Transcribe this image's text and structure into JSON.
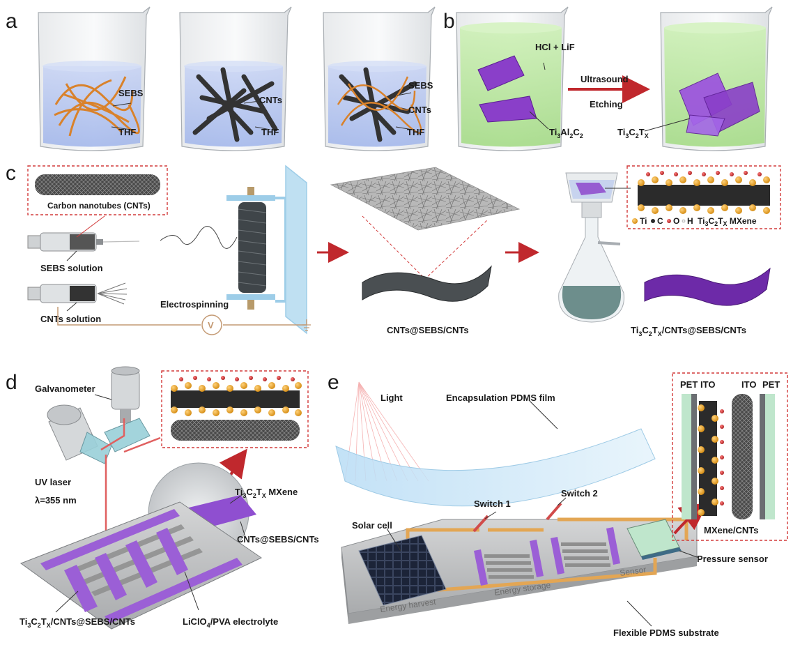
{
  "panels": {
    "a": {
      "letter": "a",
      "beaker1": {
        "labels": [
          "SEBS",
          "THF"
        ]
      },
      "beaker2": {
        "labels": [
          "CNTs",
          "THF"
        ]
      },
      "beaker3": {
        "labels": [
          "SEBS",
          "CNTs",
          "THF"
        ]
      }
    },
    "b": {
      "letter": "b",
      "reagent": "HCl + LiF",
      "process_top": "Ultrasound",
      "process_bottom": "Etching",
      "precursor": {
        "base": "Ti",
        "n1": "3",
        "mid": "Al",
        "n2": "2",
        "end": "C",
        "n3": "2"
      },
      "product": {
        "base": "Ti",
        "n1": "3",
        "mid": "C",
        "n2": "2",
        "end": "T",
        "n3": "X"
      }
    },
    "c": {
      "letter": "c",
      "cnt_box_label": "Carbon nanotubes (CNTs)",
      "syringe1_label": "SEBS solution",
      "syringe2_label": "CNTs solution",
      "process_label": "Electrospinning",
      "voltmeter_symbol": "V",
      "film_label": "CNTs@SEBS/CNTs",
      "mxene_legend": {
        "ti": "Ti",
        "c": "C",
        "o": "O",
        "h": "H",
        "name_base": "Ti",
        "n1": "3",
        "mid": "C",
        "n2": "2",
        "end": "T",
        "n3": "X",
        "suffix": " MXene"
      },
      "final_film_label": {
        "base": "Ti",
        "n1": "3",
        "mid": "C",
        "n2": "2",
        "end": "T",
        "n3": "X",
        "suffix": "/CNTs@SEBS/CNTs"
      }
    },
    "d": {
      "letter": "d",
      "galvanometer": "Galvanometer",
      "laser_line1": "UV laser",
      "laser_line2": "λ=355 nm",
      "mxene_label": {
        "base": "Ti",
        "n1": "3",
        "mid": "C",
        "n2": "2",
        "end": "T",
        "n3": "X",
        "suffix": " MXene"
      },
      "layer_label": "CNTs@SEBS/CNTs",
      "electrode_label": {
        "base": "Ti",
        "n1": "3",
        "mid": "C",
        "n2": "2",
        "end": "T",
        "n3": "X",
        "suffix": "/CNTs@SEBS/CNTs"
      },
      "electrolyte_label": {
        "pre": "LiClO",
        "n": "4",
        "post": "/PVA electrolyte"
      }
    },
    "e": {
      "letter": "e",
      "light": "Light",
      "film": "Encapsulation PDMS film",
      "solar": "Solar cell",
      "switch1": "Switch 1",
      "switch2": "Switch 2",
      "pressure_sensor": "Pressure sensor",
      "substrate": "Flexible PDMS substrate",
      "engraved": [
        "Energy harvest",
        "Energy storage",
        "Sensor"
      ],
      "inset_top": [
        "PET",
        "ITO",
        "ITO",
        "PET"
      ],
      "inset_bottom": "MXene/CNTs"
    }
  },
  "colors": {
    "sebs": "#d9822b",
    "cnt": "#3a3a3a",
    "mxene": "#8a3fc9",
    "etchant": "#b8e6a0",
    "thf": "#b9c9f2",
    "arrow": "#c0282d",
    "ti": "#f0a62a",
    "o": "#d32f2f",
    "c": "#2b2b2b",
    "pet": "#bfe6cc",
    "gold_wire": "#e3a654"
  }
}
